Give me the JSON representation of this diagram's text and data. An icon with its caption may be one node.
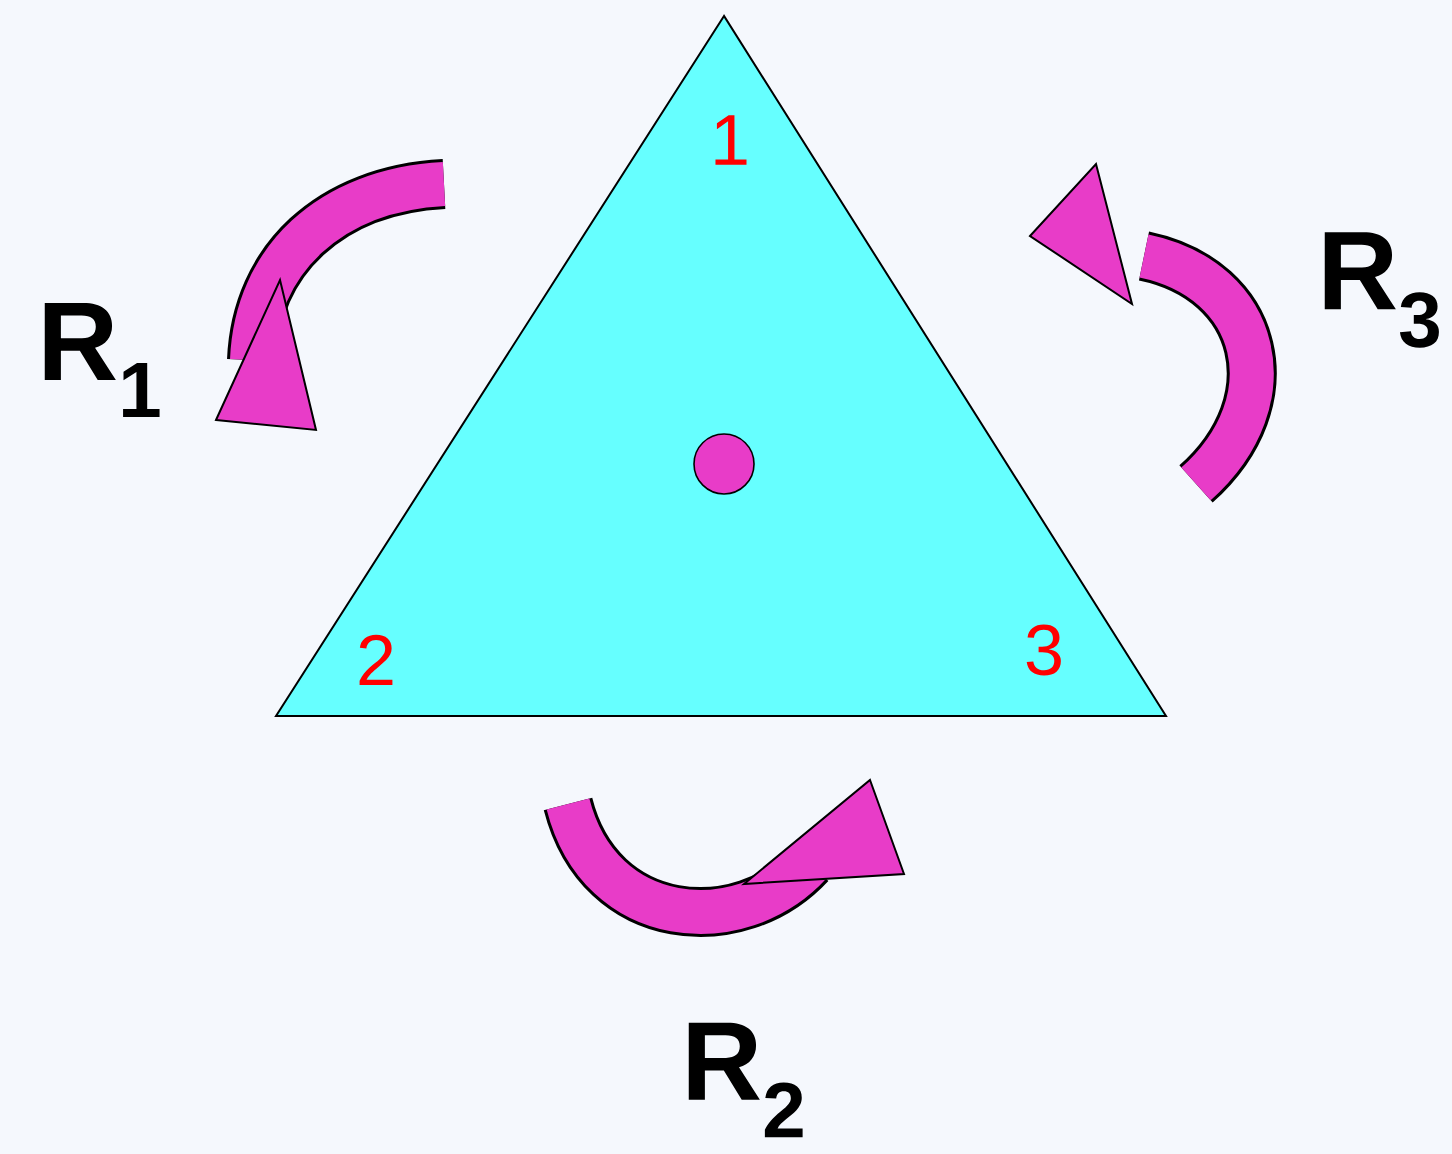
{
  "diagram": {
    "nodes": [
      {
        "text": [
          "1",
          "2",
          "3"
        ]
      }
    ],
    "labels": [
      "R$_{1}$",
      "R$_{3}$",
      "R$_{2}$"
    ]
  }
}
